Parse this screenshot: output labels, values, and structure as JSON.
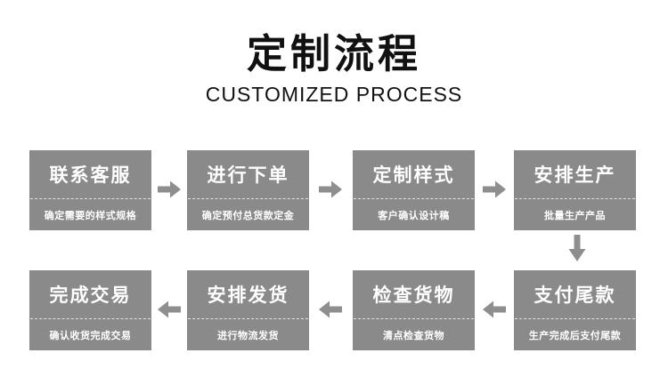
{
  "header": {
    "title": "定制流程",
    "subtitle": "CUSTOMIZED PROCESS"
  },
  "flow": {
    "steps": [
      {
        "title": "联系客服",
        "desc": "确定需要的样式规格"
      },
      {
        "title": "进行下单",
        "desc": "确定预付总货款定金"
      },
      {
        "title": "定制样式",
        "desc": "客户确认设计稿"
      },
      {
        "title": "安排生产",
        "desc": "批量生产产品"
      },
      {
        "title": "支付尾款",
        "desc": "生产完成后支付尾款"
      },
      {
        "title": "检查货物",
        "desc": "清点检查货物"
      },
      {
        "title": "安排发货",
        "desc": "进行物流发货"
      },
      {
        "title": "完成交易",
        "desc": "确认收货完成交易"
      }
    ]
  },
  "colors": {
    "box-bg": "#8a8a8a",
    "arrow": "#8e8e8e",
    "title-color": "#111111",
    "box-text": "#ffffff"
  }
}
